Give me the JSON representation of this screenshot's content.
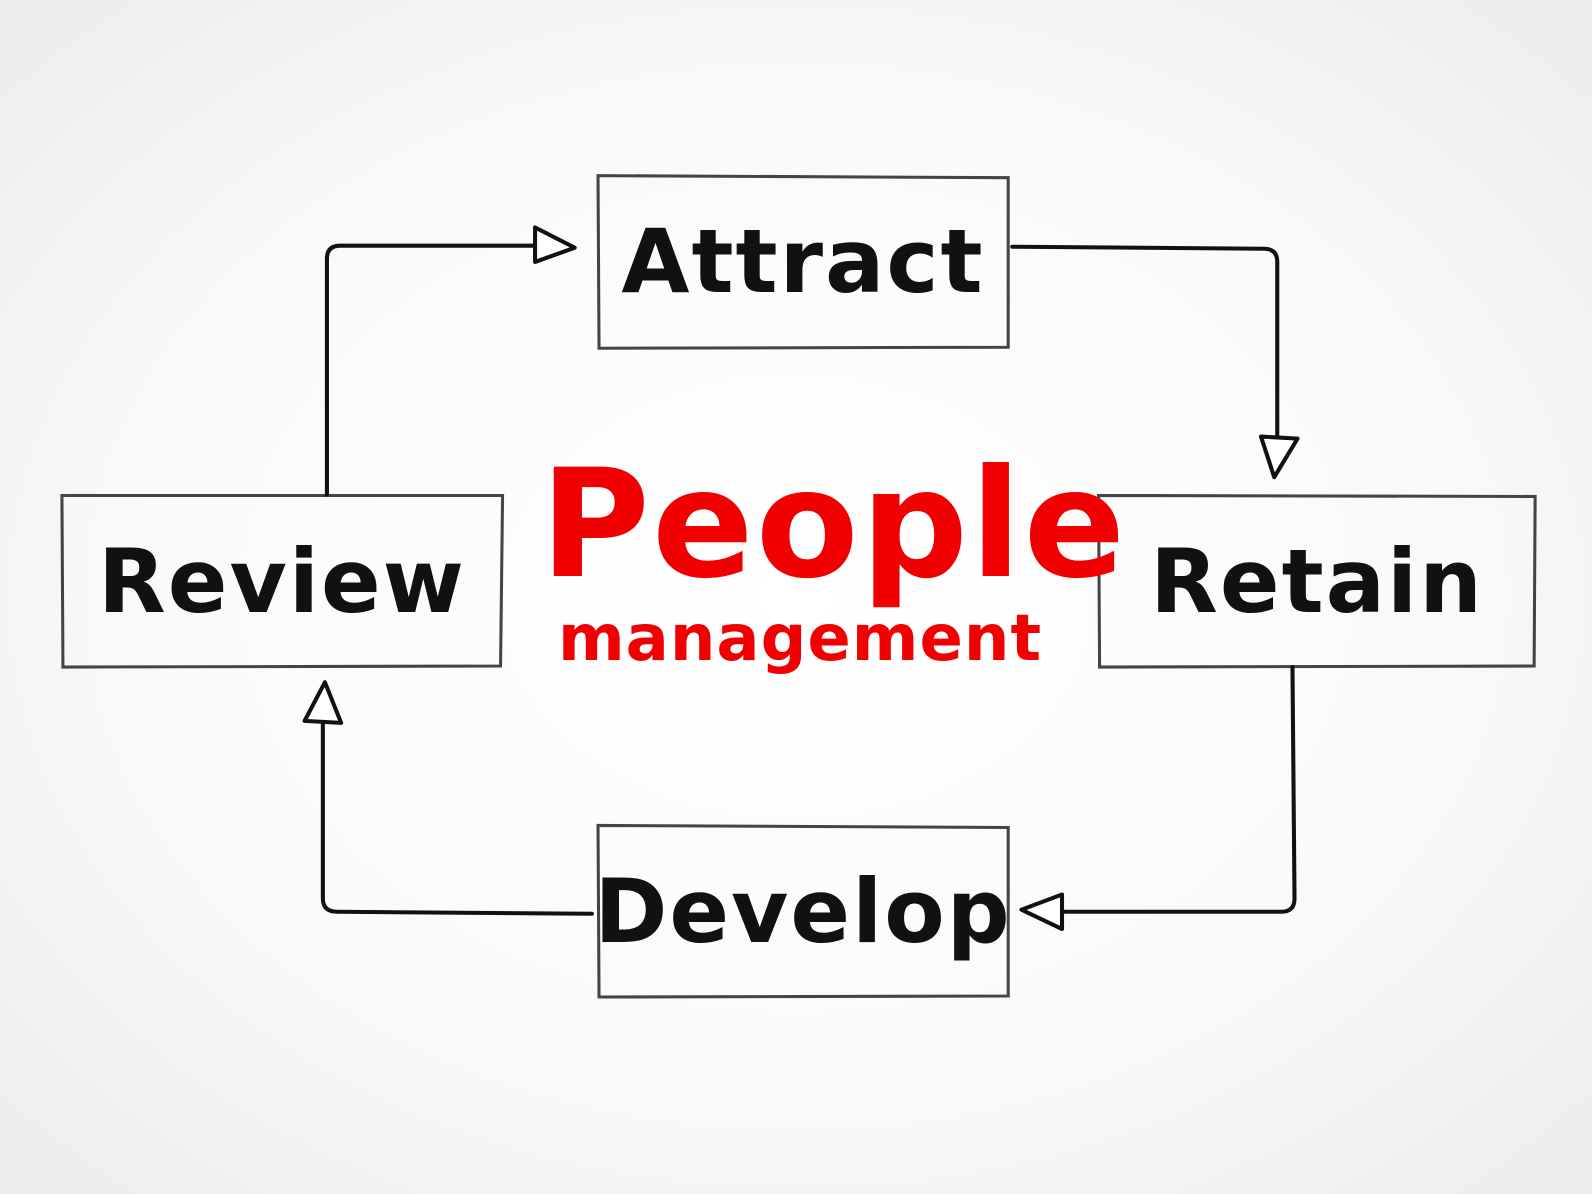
{
  "title": {
    "main": "People",
    "sub": "management"
  },
  "stages": {
    "attract": "Attract",
    "retain": "Retain",
    "develop": "Develop",
    "review": "Review"
  },
  "colors": {
    "title": "#f00000",
    "text": "#111111",
    "lines": "#333333"
  }
}
